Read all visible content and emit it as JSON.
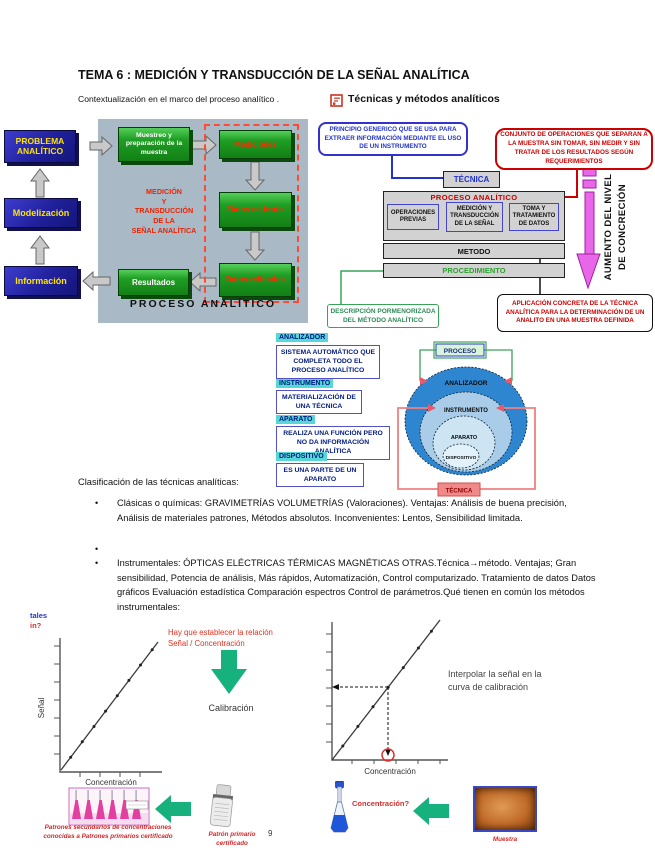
{
  "colors": {
    "navy_box": "#20209a",
    "yellow_text": "#ffe400",
    "green_box": "#1f9e24",
    "red_accent": "#cc0000",
    "cyan_highlight": "#57d7d7",
    "magenta_arrow": "#e866e8",
    "teal_arrow": "#17b17e",
    "panel_gray": "#a9bac6"
  },
  "header": {
    "title": "TEMA 6 : MEDICIÓN Y TRANSDUCCIÓN DE LA SEÑAL ANALÍTICA",
    "context_line": "Contextualización en el marco del proceso analítico .",
    "right_heading": "Técnicas y métodos analíticos"
  },
  "flowchart": {
    "box_problema": "PROBLEMA ANALÍTICO",
    "box_modelizacion": "Modelización",
    "box_informacion": "Información",
    "box_muestreo": "Muestreo y preparación de la muestra",
    "box_mediciones": "Mediciones",
    "box_datos_bruto": "Datos en bruto",
    "box_datos_refinados": "Datos refinados",
    "box_resultados": "Resultados",
    "overlay_label": "MEDICIÓN\nY\nTRANSDUCCIÓN\nDE LA\nSEÑAL ANALÍTICA",
    "caption": "PROCESO ANALÍTICO"
  },
  "jerarquia": {
    "callout_tecnica": "PRINCIPIO GENERICO QUE SE USA PARA EXTRAER INFORMACIÓN MEDIANTE EL USO DE UN INSTRUMENTO",
    "callout_operaciones": "CONJUNTO DE OPERACIONES QUE SEPARAN A LA MUESTRA SIN TOMAR, SIN MEDIR Y SIN TRATAR DE LOS RESULTADOS SEGÚN REQUERIMIENTOS",
    "tecnica": "TÉCNICA",
    "proceso_title": "PROCESO ANALÍTICO",
    "step1": "OPERACIONES PREVIAS",
    "step2": "MEDICIÓN Y TRANSDUCCIÓN DE LA SEÑAL",
    "step3": "TOMA Y TRATAMIENTO DE DATOS",
    "metodo": "METODO",
    "procedimiento": "PROCEDIMIENTO",
    "callout_descripcion": "DESCRIPCIÓN PORMENORIZADA DEL MÉTODO ANALÍTICO",
    "callout_aplicacion": "APLICACIÓN CONCRETA DE LA TÉCNICA ANALÍTICA PARA LA DETERMINACIÓN DE UN ANALITO EN UNA MUESTRA DEFINIDA",
    "eje_label": "AUMENTO DEL NIVEL\nDE CONCRECIÓN"
  },
  "definiciones": [
    {
      "term": "ANALIZADOR",
      "text": "SISTEMA AUTOMÁTICO QUE COMPLETA TODO EL PROCESO ANALÍTICO"
    },
    {
      "term": "INSTRUMENTO",
      "text": "MATERIALIZACIÓN DE UNA TÉCNICA"
    },
    {
      "term": "APARATO",
      "text": "REALIZA UNA FUNCIÓN PERO NO DA INFORMACIÓN ANALÍTICA"
    },
    {
      "term": "DISPOSITIVO",
      "text": "ES UNA PARTE DE UN APARATO"
    }
  ],
  "circulos": {
    "proceso": "PROCESO",
    "analizador": "ANALIZADOR",
    "instrumento": "INSTRUMENTO",
    "aparato": "APARATO",
    "dispositivo": "DISPOSITIVO",
    "tecnica": "TÉCNICA"
  },
  "clasificacion": {
    "heading": "Clasificación de las técnicas analíticas:",
    "bullet1": "Clásicas o químicas: GRAVIMETRÍAS VOLUMETRÍAS (Valoraciones). Ventajas: Análisis de buena precisión, Análisis de materiales patrones, Métodos absolutos. Inconvenientes: Lentos, Sensibilidad limitada.",
    "bullet2": "",
    "bullet3": "Instrumentales: ÓPTICAS ELÉCTRICAS TÉRMICAS MAGNÉTICAS OTRAS.Técnica→método. Ventajas; Gran sensibilidad, Potencia de análisis, Más rápidos, Automatización, Control computarizado. Tratamiento de datos Datos gráficos Evaluación estadística Comparación espectros Control de parámetros.Qué tienen en común los métodos instrumentales:"
  },
  "calibracion": {
    "fragmento_azul": "tales",
    "fragmento_rojo": "in?",
    "nota_izq": "Hay que establecer la relación Señal / Concentración",
    "label_calibracion": "Calibración",
    "nota_der": "Interpolar la señal en la curva de calibración",
    "eje_y": "Señal",
    "eje_x": "Concentración",
    "eje_x2": "Concentración"
  },
  "muestras": {
    "caption_patrones": "Patrones secundarios de concentraciones conocidas a Patrones primarios certificado",
    "caption_patron": "Patrón primario certificado",
    "pagina": "9",
    "pregunta": "Concentración?",
    "caption_muestra": "Muestra"
  }
}
